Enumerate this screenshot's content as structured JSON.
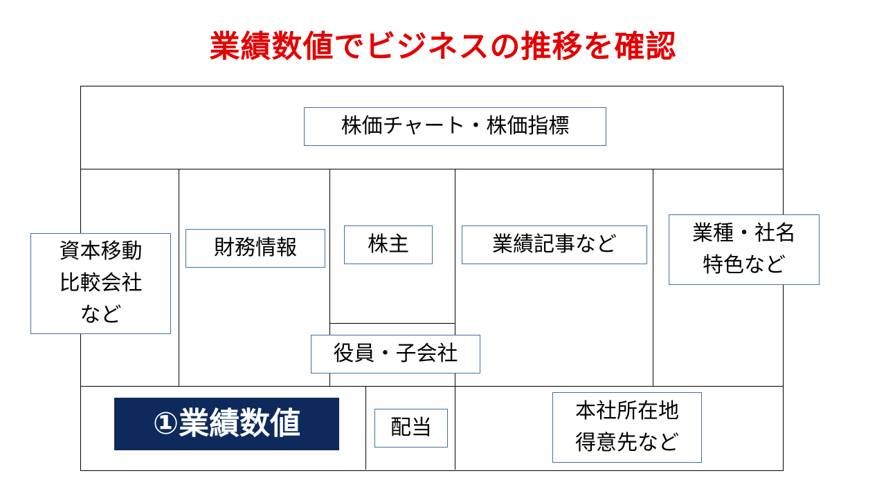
{
  "title": "業績数値でビジネスの推移を確認",
  "colors": {
    "title": "#e50000",
    "highlight_bg": "#0e2a5c",
    "box_border": "#41719c"
  },
  "sections": {
    "stock_chart": "株価チャート・株価指標",
    "capital": "資本移動\n比較会社\nなど",
    "financial": "財務情報",
    "shareholders": "株主",
    "articles": "業績記事など",
    "industry": "業種・社名\n特色など",
    "officers": "役員・子会社",
    "performance": "①業績数値",
    "dividend": "配当",
    "headquarters": "本社所在地\n得意先など"
  }
}
